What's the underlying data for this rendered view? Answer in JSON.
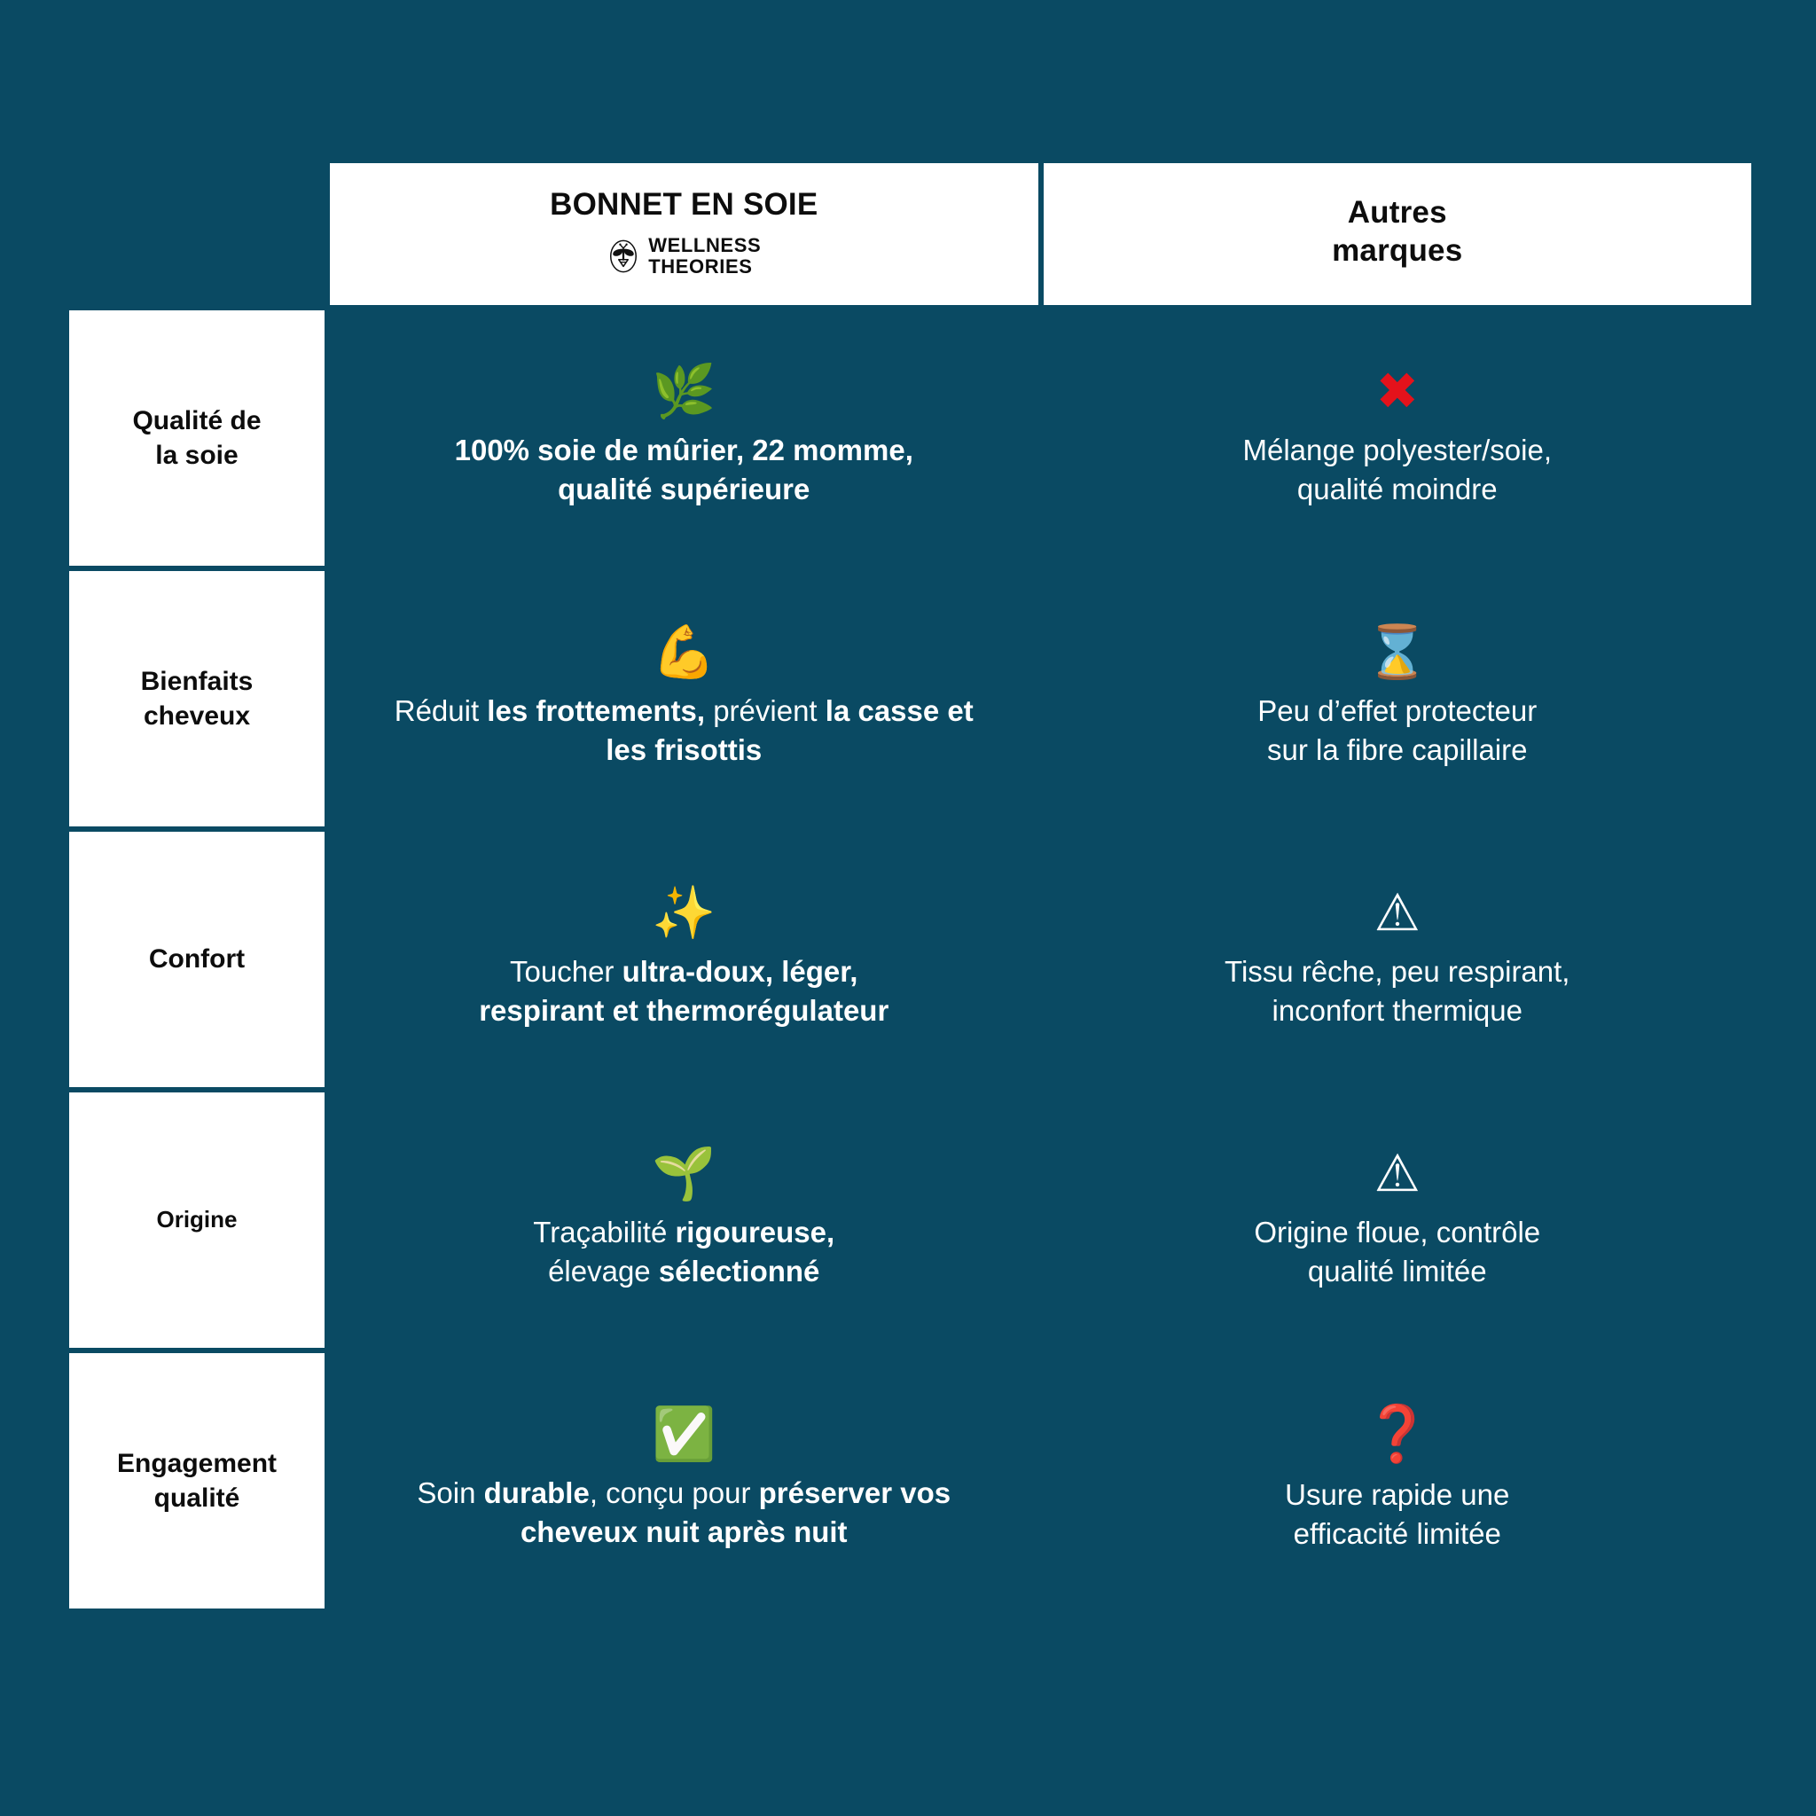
{
  "theme": {
    "background": "#0a4a63",
    "panel": "#ffffff",
    "text_on_dark": "#ffffff",
    "text_on_light": "#0d0d0d",
    "negative": "#e4121b"
  },
  "table": {
    "header": {
      "corner_label": "",
      "product_column": {
        "title": "BONNET EN SOIE",
        "brand": "WELLNESS\nTHEORIES",
        "logo_icon": "bee-logo-icon"
      },
      "competitor_column": {
        "title": "Autres\nmarques"
      }
    },
    "rows": [
      {
        "label": "Qualité de\nla soie",
        "label_size": "normal",
        "product": {
          "icon": "herb-leaf-icon",
          "icon_glyph": "🌿",
          "text_html": "100% soie de mûrier, 22 momme,<br>qualité supérieure",
          "weight": "bold"
        },
        "competitor": {
          "icon": "cross-mark-icon",
          "icon_glyph": "✖",
          "icon_color": "red",
          "text_html": "Mélange polyester/soie,<br>qualité moindre",
          "weight": "regular"
        }
      },
      {
        "label": "Bienfaits\ncheveux",
        "label_size": "normal",
        "product": {
          "icon": "flexed-biceps-icon",
          "icon_glyph": "💪",
          "text_html": "Réduit <b>les frottements,</b> prévient <b>la casse et les frisottis</b>",
          "weight": "regular"
        },
        "competitor": {
          "icon": "hourglass-icon",
          "icon_glyph": "⌛",
          "text_html": "Peu d’effet protecteur<br>sur la fibre capillaire",
          "weight": "regular"
        }
      },
      {
        "label": "Confort",
        "label_size": "normal",
        "product": {
          "icon": "sparkles-icon",
          "icon_glyph": "✨",
          "text_html": "Toucher <b>ultra-doux, léger,<br>respirant et thermorégulateur</b>",
          "weight": "regular"
        },
        "competitor": {
          "icon": "warning-triangle-icon",
          "icon_glyph": "⚠",
          "text_html": "Tissu rêche, peu respirant,<br>inconfort thermique",
          "weight": "regular"
        }
      },
      {
        "label": "Origine",
        "label_size": "small",
        "product": {
          "icon": "seedling-icon",
          "icon_glyph": "🌱",
          "text_html": "Traçabilité <b>rigoureuse,</b><br>élevage <b>sélectionné</b>",
          "weight": "regular"
        },
        "competitor": {
          "icon": "warning-triangle-icon",
          "icon_glyph": "⚠",
          "text_html": "Origine floue, contrôle<br>qualité limitée",
          "weight": "regular"
        }
      },
      {
        "label": "Engagement\nqualité",
        "label_size": "normal",
        "product": {
          "icon": "check-mark-button-icon",
          "icon_glyph": "✅",
          "text_html": "Soin <b>durable</b>, conçu pour <b>préserver vos cheveux nuit après nuit</b>",
          "weight": "regular"
        },
        "competitor": {
          "icon": "red-question-mark-icon",
          "icon_glyph": "❓",
          "icon_color": "qmark",
          "text_html": "Usure rapide une<br>efficacité limitée",
          "weight": "regular"
        }
      }
    ]
  }
}
